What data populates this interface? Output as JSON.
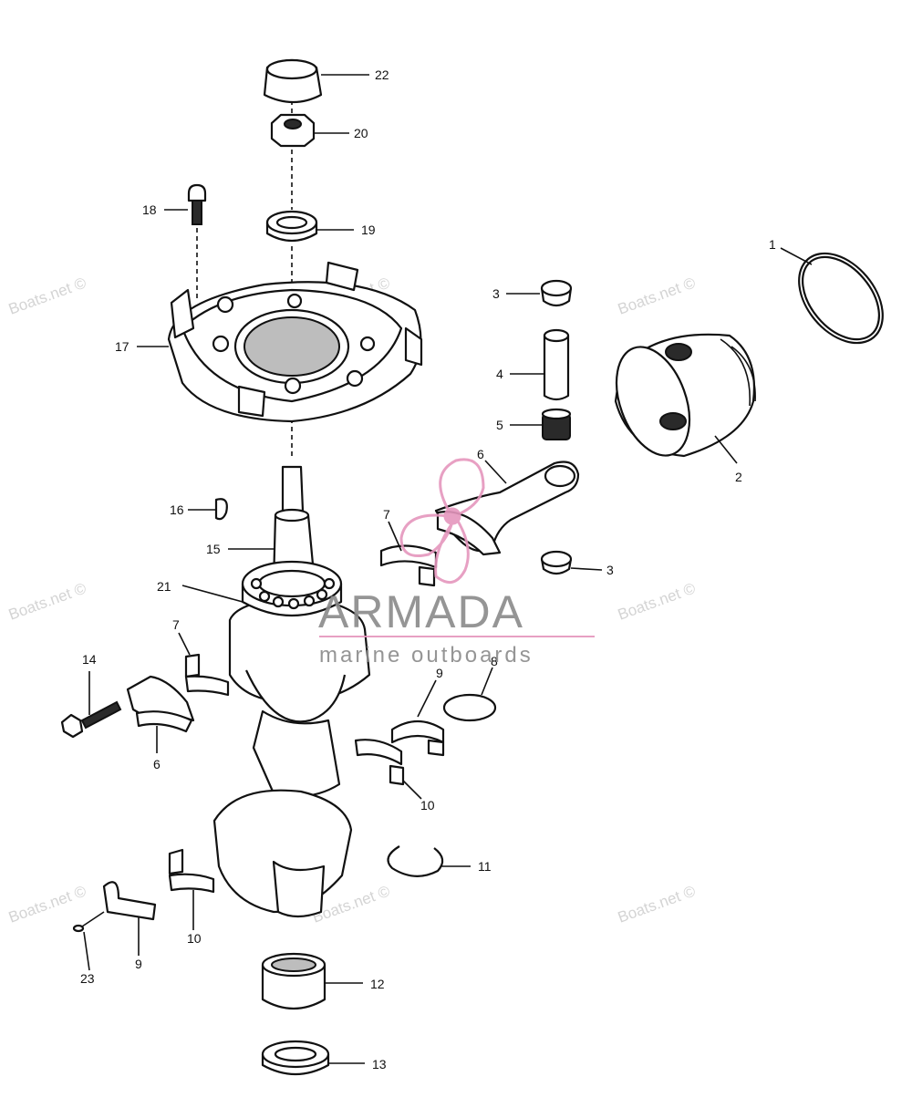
{
  "watermark": {
    "text": "Boats.net ©"
  },
  "brand": {
    "name": "ARMADA",
    "tagline": "marine outboards",
    "color_primary": "#e596bd",
    "color_text": "#8a8a8a"
  },
  "callouts": {
    "c1": "1",
    "c2": "2",
    "c3a": "3",
    "c3b": "3",
    "c4": "4",
    "c5": "5",
    "c6a": "6",
    "c6b": "6",
    "c7a": "7",
    "c7b": "7",
    "c8": "8",
    "c9a": "9",
    "c9b": "9",
    "c10a": "10",
    "c10b": "10",
    "c11": "11",
    "c12": "12",
    "c13": "13",
    "c14": "14",
    "c15": "15",
    "c16": "16",
    "c17": "17",
    "c18": "18",
    "c19": "19",
    "c20": "20",
    "c21": "21",
    "c22": "22",
    "c23": "23"
  }
}
